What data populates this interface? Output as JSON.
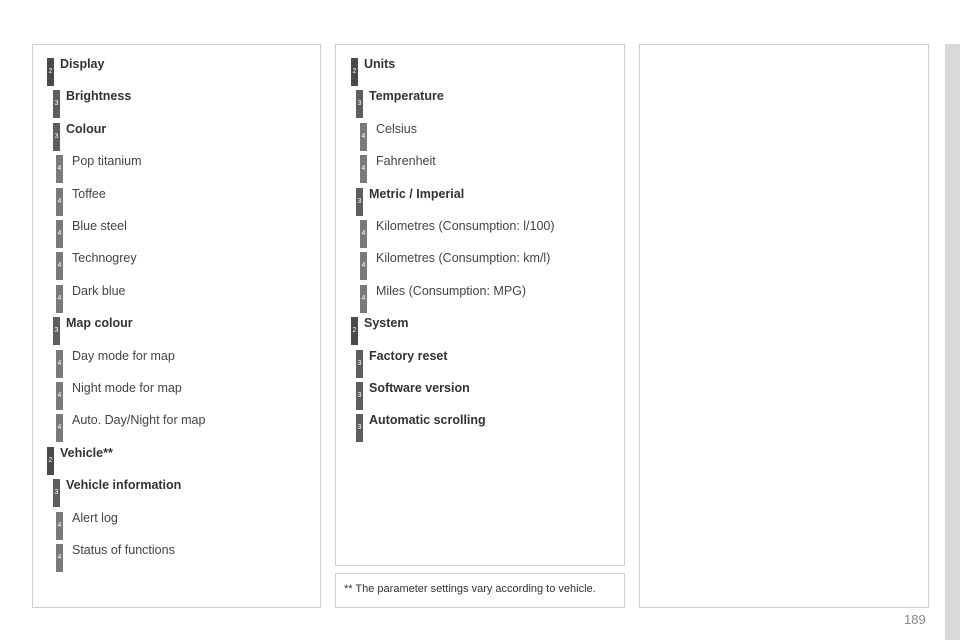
{
  "left_column": [
    {
      "level": "2",
      "text": "Display"
    },
    {
      "level": "3",
      "text": "Brightness"
    },
    {
      "level": "3",
      "text": "Colour"
    },
    {
      "level": "4",
      "text": "Pop titanium"
    },
    {
      "level": "4",
      "text": "Toffee"
    },
    {
      "level": "4",
      "text": "Blue steel"
    },
    {
      "level": "4",
      "text": "Technogrey"
    },
    {
      "level": "4",
      "text": "Dark blue"
    },
    {
      "level": "3",
      "text": "Map colour"
    },
    {
      "level": "4",
      "text": "Day mode for map"
    },
    {
      "level": "4",
      "text": "Night mode for map"
    },
    {
      "level": "4",
      "text": "Auto. Day/Night for map"
    },
    {
      "level": "2",
      "text": "Vehicle**"
    },
    {
      "level": "3",
      "text": "Vehicle information"
    },
    {
      "level": "4",
      "text": "Alert log"
    },
    {
      "level": "4",
      "text": "Status of functions"
    }
  ],
  "middle_column": [
    {
      "level": "2",
      "text": "Units"
    },
    {
      "level": "3",
      "text": "Temperature"
    },
    {
      "level": "4",
      "text": "Celsius"
    },
    {
      "level": "4",
      "text": "Fahrenheit"
    },
    {
      "level": "3",
      "text": "Metric / Imperial"
    },
    {
      "level": "4",
      "text": "Kilometres (Consumption: l/100)"
    },
    {
      "level": "4",
      "text": "Kilometres (Consumption: km/l)"
    },
    {
      "level": "4",
      "text": "Miles (Consumption: MPG)"
    },
    {
      "level": "2",
      "text": "System"
    },
    {
      "level": "3",
      "text": "Factory reset"
    },
    {
      "level": "3",
      "text": "Software version"
    },
    {
      "level": "3",
      "text": "Automatic scrolling"
    }
  ],
  "footnote": "** The parameter settings vary according to vehicle.",
  "page_number": "189"
}
